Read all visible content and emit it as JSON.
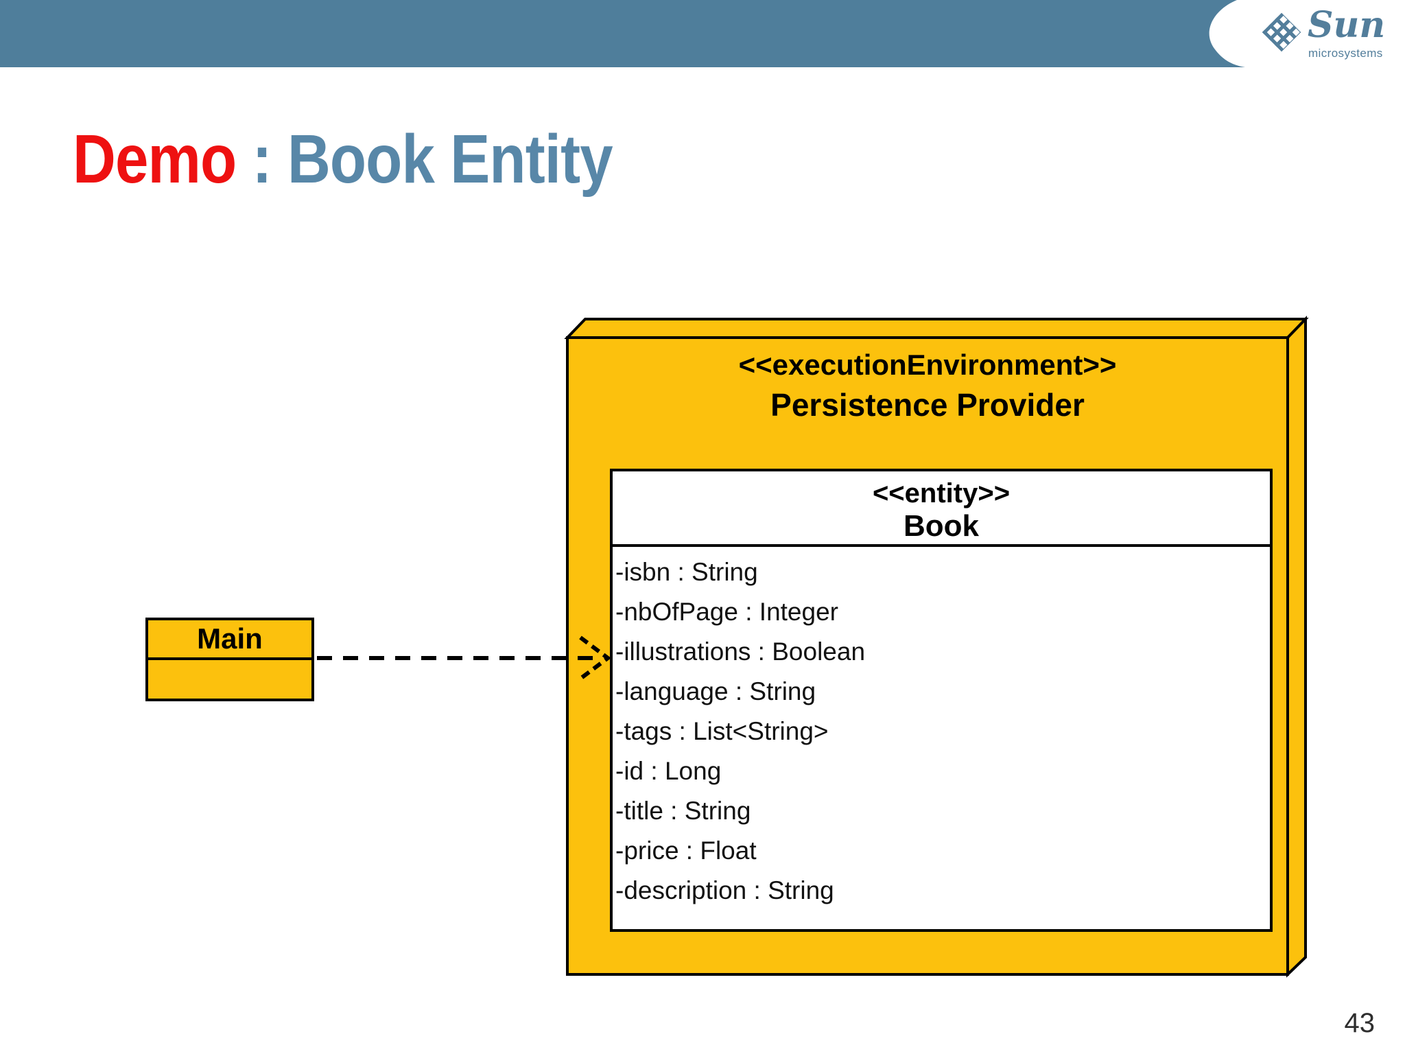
{
  "page_number": "43",
  "header": {
    "brand": "Sun",
    "brand_sub": "microsystems",
    "band_color": "#4F7E9B",
    "logo_color": "#537E9B"
  },
  "title": {
    "demo": "Demo",
    "rest": " : Book Entity",
    "demo_color": "#EE1111",
    "rest_color": "#5887A8"
  },
  "diagram": {
    "main_class": {
      "name": "Main"
    },
    "connector": {
      "style": "dashed line with open arrowhead, left-to-right"
    },
    "node": {
      "stereotype": "<<executionEnvironment>>",
      "name": "Persistence Provider",
      "fill_color": "#FCC10D",
      "border_color": "#000000",
      "entity": {
        "stereotype": "<<entity>>",
        "name": "Book",
        "attributes": [
          "-isbn : String",
          "-nbOfPage : Integer",
          "-illustrations : Boolean",
          "-language : String",
          "-tags : List<String>",
          "-id : Long",
          "-title : String",
          "-price : Float",
          "-description : String"
        ]
      }
    }
  }
}
